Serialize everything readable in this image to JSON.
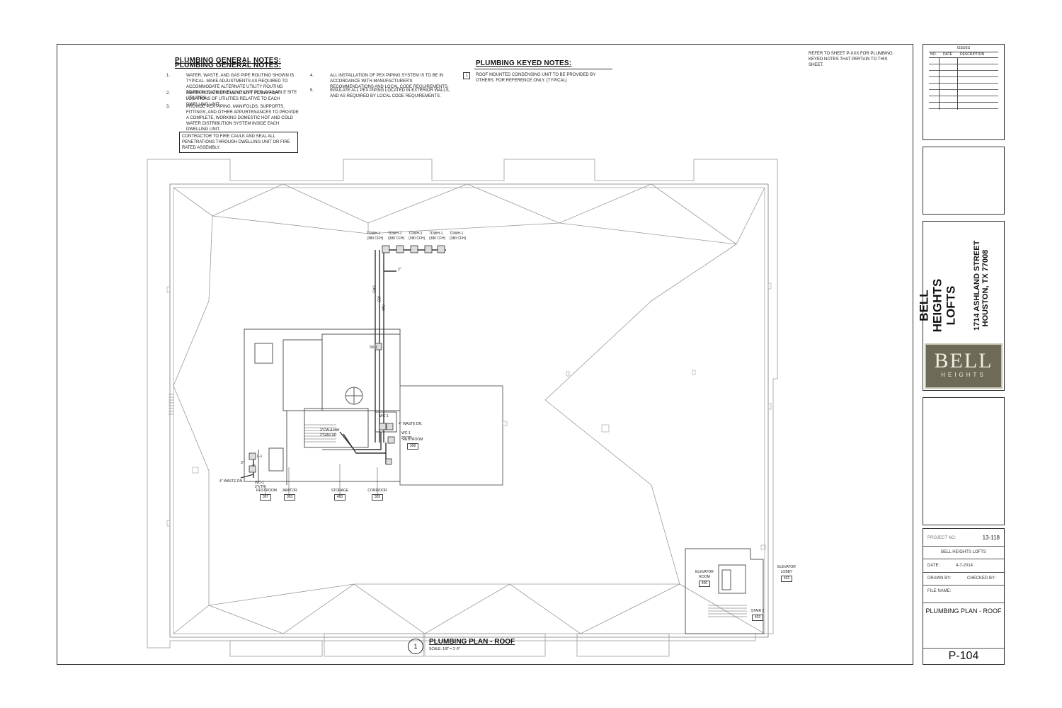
{
  "general_notes": {
    "title": "PLUMBING GENERAL NOTES:",
    "items": [
      {
        "num": "1.",
        "text": "WATER, WASTE, AND GAS PIPE ROUTING SHOWN IS TYPICAL. MAKE ADJUSTMENTS AS REQUIRED TO ACCOMMODATE ALTERNATE UTILITY ROUTING TO/FROM EACH DWELLING UNIT PER AVAILABLE SITE UTILITIES."
      },
      {
        "num": "2.",
        "text": "REFER TO LATEST CIVIL UTILITY PLANS FOR LOCATIONS OF UTILITIES RELATIVE TO EACH DWELLING UNIT."
      },
      {
        "num": "3.",
        "text": "PROVIDE PEX PIPING, MANIFOLDS, SUPPORTS, FITTINGS, AND OTHER APPURTENANCES TO PROVIDE A COMPLETE, WORKING DOMESTIC HOT AND COLD WATER DISTRIBUTION SYSTEM INSIDE EACH DWELLING UNIT."
      },
      {
        "num": "4.",
        "text": "ALL INSTALLATION OF PEX PIPING SYSTEM IS TO BE IN ACCORDANCE WITH MANUFACTURER'S RECOMMENDATIONS AND LOCAL CODE REQUIREMENTS."
      },
      {
        "num": "5.",
        "text": "INSULATE ALL PEX PIPING LOCATED IN EXTERIOR WALLS, AND AS REQUIRED BY LOCAL CODE REQUIREMENTS."
      }
    ],
    "boxed_note": "CONTRACTOR TO FIRE CAULK AND SEAL ALL PENETRATIONS THROUGH DWELLING UNIT OR FIRE RATED ASSEMBLY."
  },
  "keyed_notes": {
    "title": "PLUMBING KEYED NOTES:",
    "items": [
      {
        "num": "1",
        "text": "ROOF MOUNTED CONDENSING UNIT TO BE PROVIDED BY OTHERS. FOR REFERENCE ONLY. (TYPICAL)"
      }
    ]
  },
  "refer_note": "REFER TO SHEET P-XXX FOR PLUMBING KEYED NOTES THAT PERTAIN TO THIS SHEET.",
  "plan": {
    "heaters": [
      {
        "tag": "TDWH-1",
        "flow": "(380 CFH)"
      },
      {
        "tag": "TDWH-1",
        "flow": "(380 CFH)"
      },
      {
        "tag": "TDWH-1",
        "flow": "(380 CFH)"
      },
      {
        "tag": "TDWH-1",
        "flow": "(380 CFH)"
      },
      {
        "tag": "TDWH-1",
        "flow": "(380 CFH)"
      }
    ],
    "labels": {
      "gas_2in": "2\"",
      "sk1": "SK-1",
      "wc1_a": "WC-1",
      "wc1_b": "WC-1",
      "wc1_b_size": "2\"VTR",
      "waste_4_a": "4\" WASTE DN.",
      "cw_hw": "2\"CW & HW",
      "gas_up": "2\"GAS UP",
      "l1": "L-1",
      "waste_4_b": "4\" WASTE DN.",
      "wc1_c": "WC-1",
      "wc1_c_size": "2\"VTR",
      "pipe_3": "3\"",
      "pipe_4": "4\"",
      "gas_v": "GAS",
      "cw_v": "CW",
      "hw_v": "HW"
    },
    "rooms": [
      {
        "name": "RESTROOM",
        "num": "307"
      },
      {
        "name": "JANITOR",
        "num": "303"
      },
      {
        "name": "STORAGE",
        "num": "400"
      },
      {
        "name": "CORRIDOR",
        "num": "305"
      },
      {
        "name": "RESTROOM",
        "num": "308"
      },
      {
        "name": "ELEVATOR ROOM",
        "num": "400"
      },
      {
        "name": "ELEVATOR LOBBY",
        "num": "402"
      },
      {
        "name": "STAIR 2",
        "num": "403"
      }
    ],
    "title": "PLUMBING PLAN - ROOF",
    "scale": "SCALE:  1/8\" = 1'-0\"",
    "callout": "1"
  },
  "title_block": {
    "issues_header": "ISSUES",
    "issue_cols": [
      "NO.",
      "DATE",
      "DESCRIPTION"
    ],
    "project_name": "BELL HEIGHTS LOFTS",
    "address_line1": "1714 ASHLAND STREET",
    "address_line2": "HOUSTON, TX 77008",
    "logo_main": "BELL",
    "logo_sub": "HEIGHTS",
    "project_no_label": "PROJECT NO:",
    "project_no": "13-118",
    "project_title": "BELL HEIGHTS LOFTS",
    "date_label": "DATE:",
    "date": "4-7-2014",
    "drawn_by_label": "DRAWN BY:",
    "checked_by_label": "CHECKED BY:",
    "file_name_label": "FILE NAME:",
    "sheet_title": "PLUMBING PLAN - ROOF",
    "sheet_number": "P-104"
  }
}
